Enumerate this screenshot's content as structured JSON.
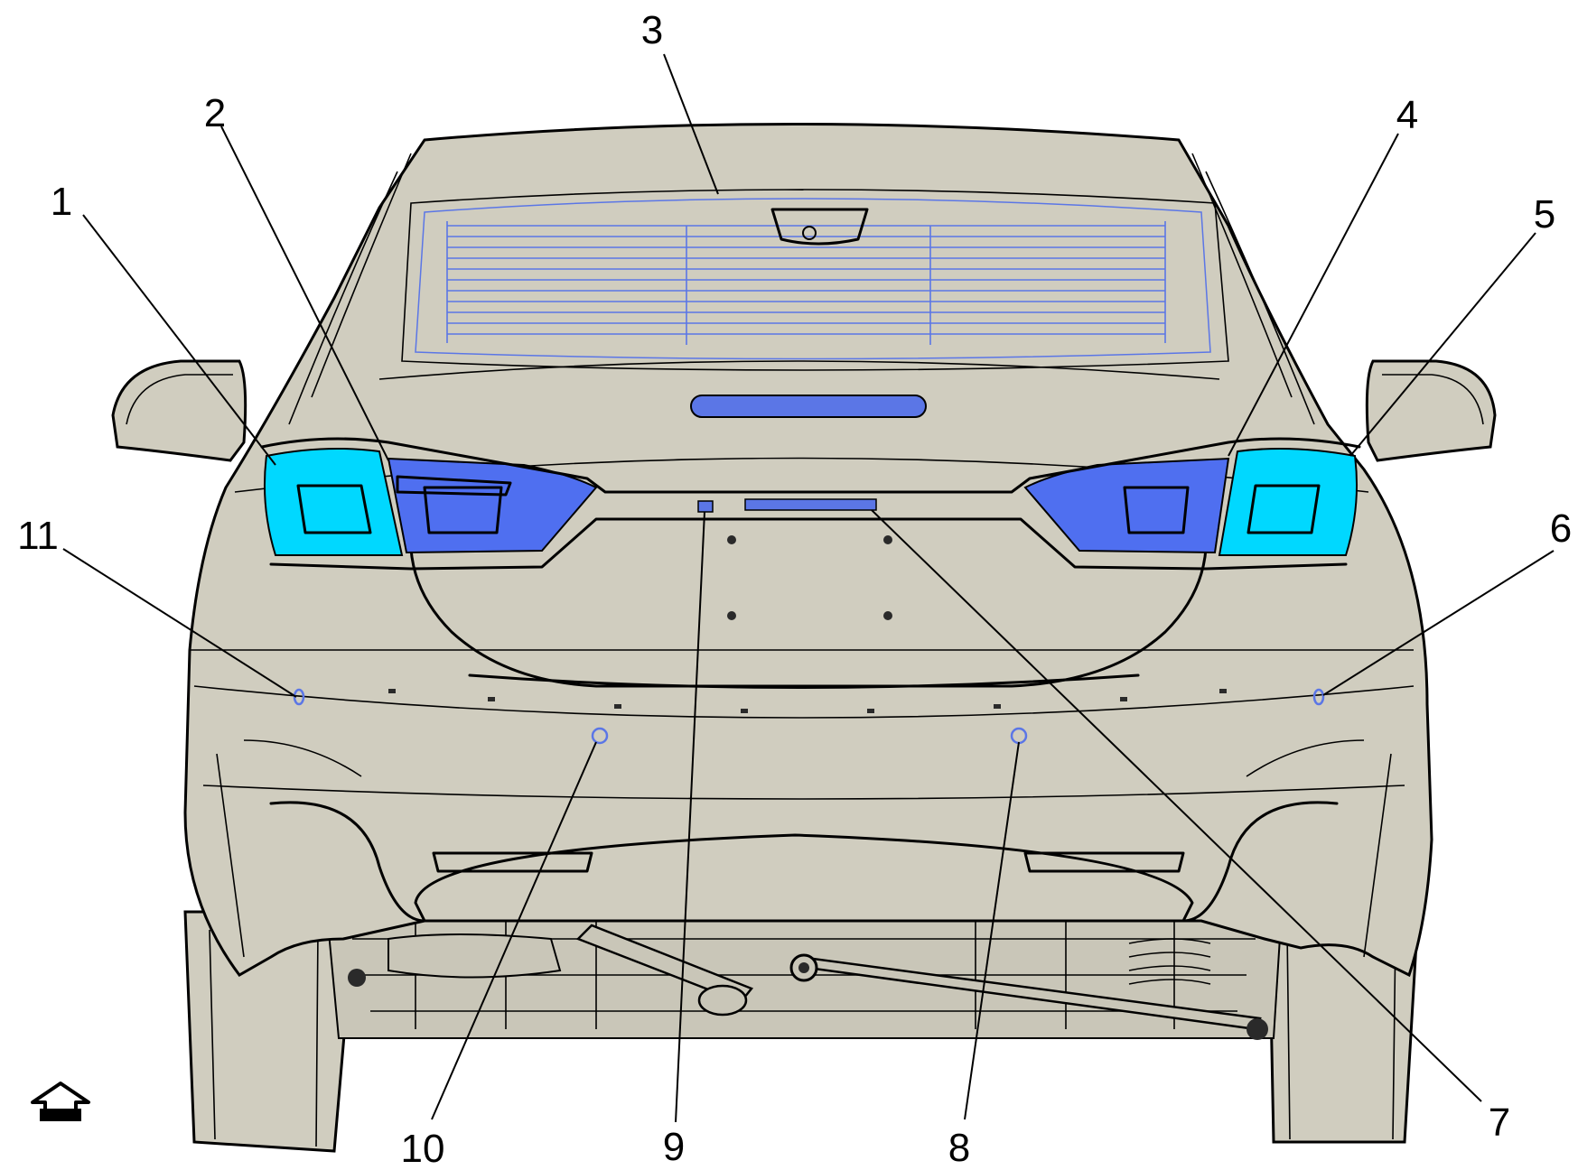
{
  "diagram": {
    "view_icon": "view-arrow-icon",
    "colors": {
      "body": "#d0cdbf",
      "component_highlight": "#5b76e6",
      "lamp_blue": "#4f6ff0",
      "lamp_cyan": "#00d8ff",
      "outline": "#000000"
    },
    "callouts": [
      {
        "id": "c1",
        "label": "1"
      },
      {
        "id": "c2",
        "label": "2"
      },
      {
        "id": "c3",
        "label": "3"
      },
      {
        "id": "c4",
        "label": "4"
      },
      {
        "id": "c5",
        "label": "5"
      },
      {
        "id": "c6",
        "label": "6"
      },
      {
        "id": "c7",
        "label": "7"
      },
      {
        "id": "c8",
        "label": "8"
      },
      {
        "id": "c9",
        "label": "9"
      },
      {
        "id": "c10",
        "label": "10"
      },
      {
        "id": "c11",
        "label": "11"
      }
    ]
  }
}
